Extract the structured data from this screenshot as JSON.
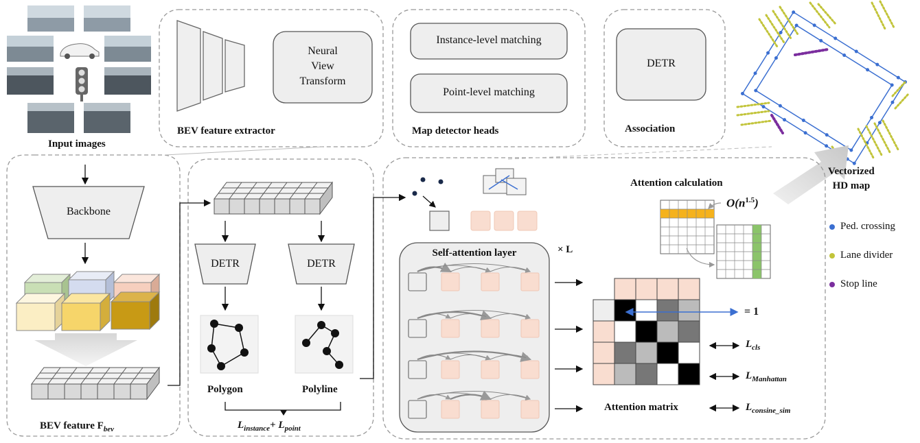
{
  "top_row": {
    "input_images": "Input images",
    "bev_extractor": {
      "title": "BEV feature extractor",
      "nvt": [
        "Neural",
        "View",
        "Transform"
      ]
    },
    "map_heads": {
      "title": "Map detector heads",
      "instance": "Instance-level matching",
      "point": "Point-level matching"
    },
    "association": {
      "title": "Association",
      "detr": "DETR"
    },
    "vectorized": [
      "Vectorized",
      "HD map"
    ]
  },
  "legend": [
    {
      "label": "Ped. crossing",
      "color": "#3b6fd1"
    },
    {
      "label": "Lane divider",
      "color": "#c2c43a"
    },
    {
      "label": "Stop line",
      "color": "#7b2e9e"
    }
  ],
  "bottom_left": {
    "backbone": "Backbone",
    "bev_feature": "BEV feature F",
    "bev_sub": "bev"
  },
  "bottom_mid": {
    "detr_left": "DETR",
    "detr_right": "DETR",
    "polygon": "Polygon",
    "polyline": "Polyline",
    "loss": {
      "a": "L",
      "a_sub": "instance",
      "plus": "+ ",
      "b": "L",
      "b_sub": "point"
    }
  },
  "bottom_right": {
    "self_attention": "Self-attention layer",
    "times_l": "× L",
    "attention_calc": "Attention calculation",
    "complexity": {
      "main": "O(n",
      "exp": "1.5",
      "close": ")"
    },
    "attention_matrix": "Attention matrix",
    "equals_one": "= 1",
    "losses": [
      {
        "L": "L",
        "sub": "cls"
      },
      {
        "L": "L",
        "sub": "Manhattan"
      },
      {
        "L": "L",
        "sub": "consine_sim"
      }
    ]
  },
  "colors": {
    "peach": "#f9ddd0",
    "box_gray": "#eeeeee",
    "border_dash": "#999999",
    "arrow_blue": "#3b6fd1",
    "green_cube": "#c9dfb5",
    "blue_cube": "#d4dcef",
    "peach_cube": "#f6cfbe",
    "yellow_cube": "#fbeec4",
    "gold_cube": "#f6d56a",
    "dark_gold_cube": "#c89a15",
    "highlight_orange": "#f5b21c",
    "highlight_green": "#8bc46a"
  }
}
